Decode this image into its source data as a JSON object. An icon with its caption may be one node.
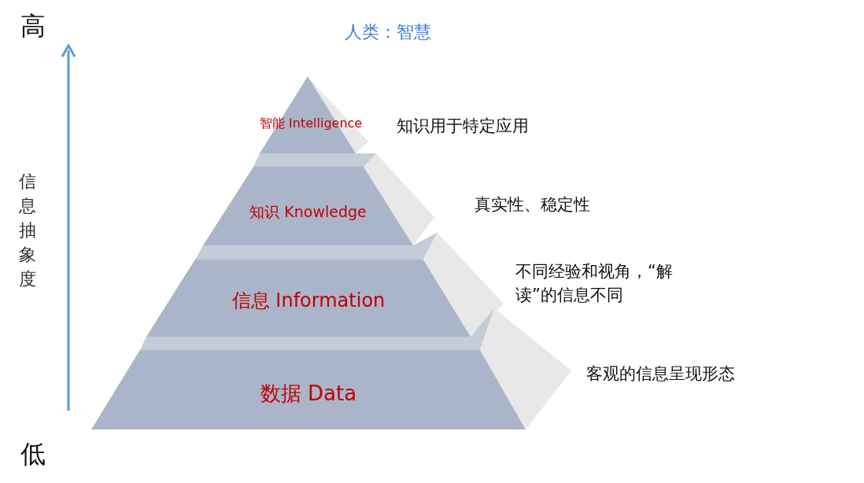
{
  "diagram": {
    "title": "人类：智慧",
    "nodes": [
      {
        "text": [
          "智能 Intelligence"
        ],
        "beside": [
          "知识用于特定应用"
        ]
      },
      {
        "text": [
          "知识 Knowledge"
        ],
        "beside": [
          "真实性、稳定性"
        ]
      },
      {
        "text": [
          "信息 Information"
        ],
        "beside": [
          "不同经验和视角，“解读”的信息不同"
        ]
      },
      {
        "text": [
          "数据 Data"
        ],
        "beside": [
          "客观的信息呈现形态"
        ]
      }
    ],
    "labels": [
      "高",
      "信息抽象度",
      "低"
    ]
  }
}
